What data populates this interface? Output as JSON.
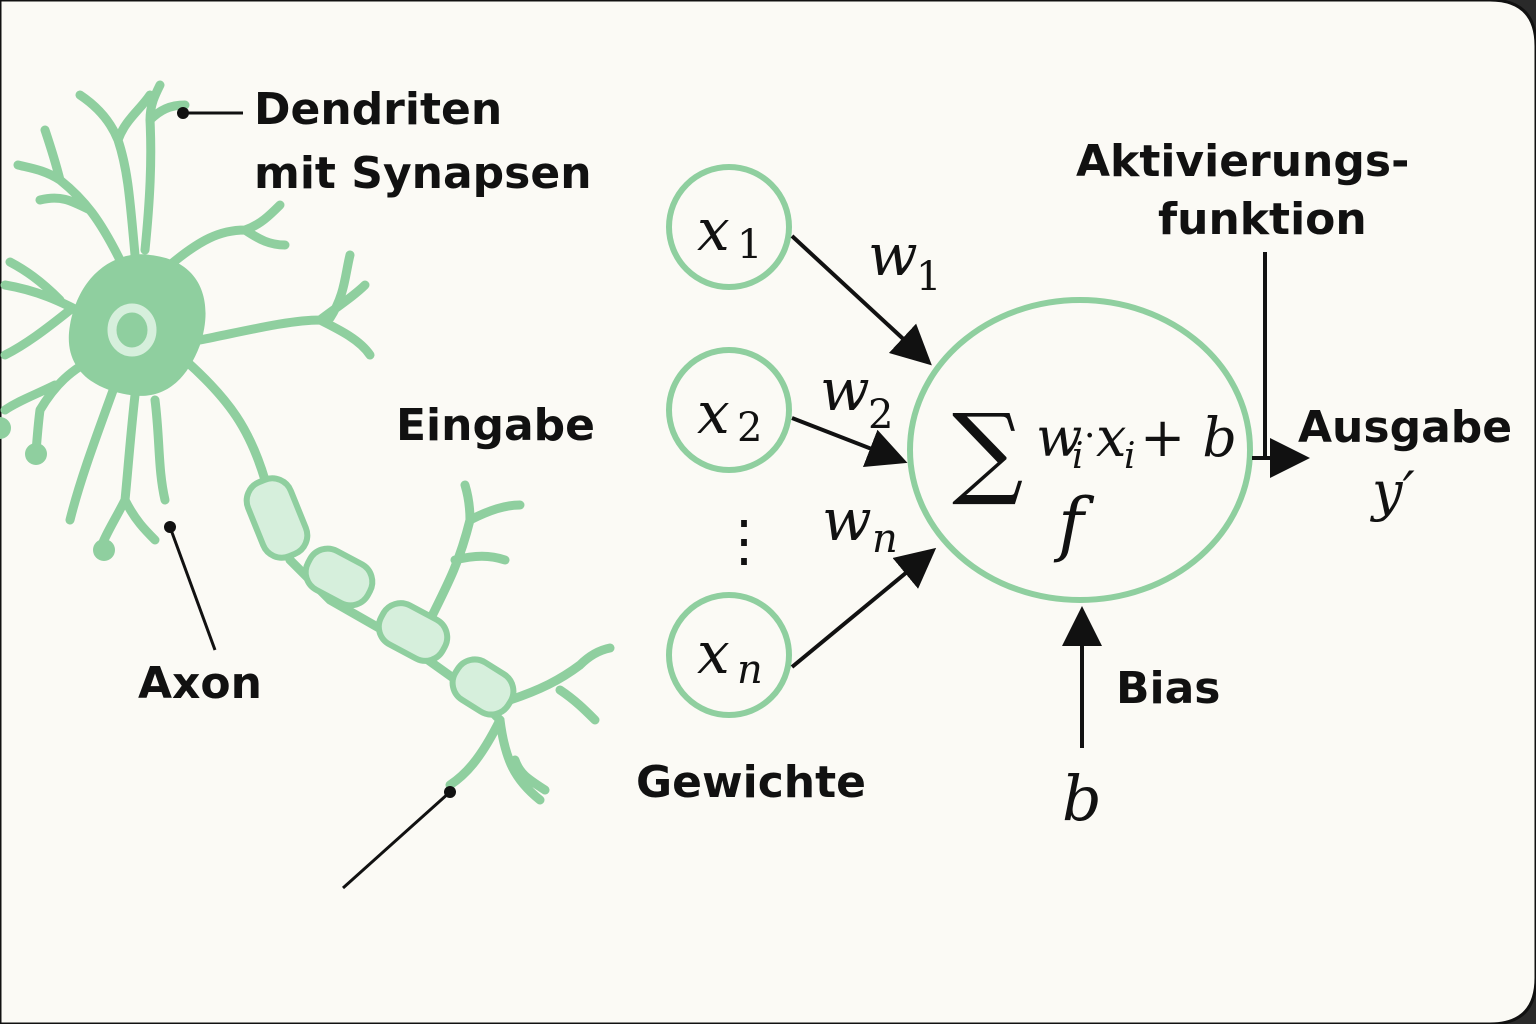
{
  "colors": {
    "background": "#fbfaf5",
    "neuron": "#8fcf9f",
    "neuron_light": "#d6efdc",
    "stroke": "#111111"
  },
  "labels": {
    "dendrites_line1": "Dendriten",
    "dendrites_line2": "mit Synapsen",
    "input": "Eingabe",
    "axon": "Axon",
    "weights": "Gewichte",
    "activation_line1": "Aktivierungs-",
    "activation_line2": "funktion",
    "output": "Ausgabe",
    "bias": "Bias"
  },
  "inputs": [
    {
      "symbol": "x",
      "index": "1"
    },
    {
      "symbol": "x",
      "index": "2"
    },
    {
      "symbol": "x",
      "index": "n"
    }
  ],
  "weights": [
    {
      "symbol": "w",
      "index": "1"
    },
    {
      "symbol": "w",
      "index": "2"
    },
    {
      "symbol": "w",
      "index": "n"
    }
  ],
  "ellipsis": "⋮",
  "neuron_formula": {
    "sum": "∑",
    "w": "w",
    "i1": "i",
    "dot": "·",
    "x": "x",
    "i2": "i",
    "plus_b": "+ b",
    "f": "f"
  },
  "output_symbol": "y′",
  "bias_symbol": "b"
}
